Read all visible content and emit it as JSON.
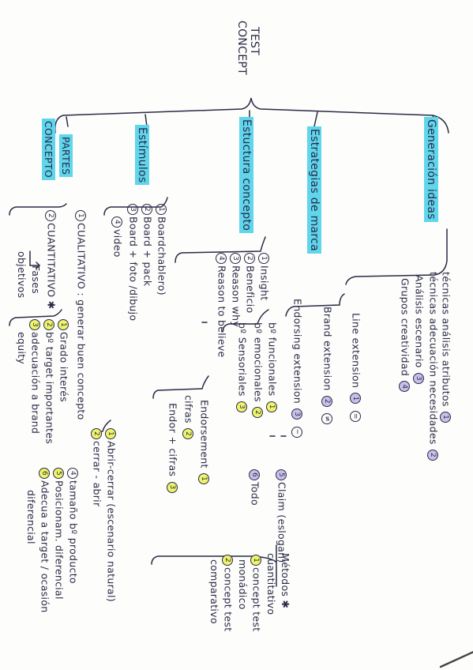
{
  "colors": {
    "highlight": "#5fd6ec",
    "yellow": "#eef56a",
    "lavender": "#c8c2ea",
    "ink": "#2a2a48"
  },
  "title": {
    "line1": "CONCEPT",
    "line2": "TEST"
  },
  "categories": {
    "generacion": "Generación ideas",
    "estrategias": "Estrategias de marca",
    "estructura": "Estuctura concepto",
    "estimulos": "Estímulos",
    "partes_concepto": {
      "a": "PARTES",
      "b": "CONCEPTO"
    }
  },
  "generacion": {
    "item1": {
      "text": "técnicas análisis atributos",
      "num": "1"
    },
    "item2": {
      "text": "técnicas adecuación necesidades",
      "num": "2"
    },
    "item3": {
      "text": "Análisis escenario",
      "num": "3"
    },
    "item4": {
      "text": "Grupos creatividad",
      "num": "4"
    }
  },
  "estrategias": {
    "line_ext": {
      "text": "Line extension",
      "num": "1",
      "mark": "="
    },
    "brand_ext": {
      "text": "Brand extension",
      "num": "2",
      "mark": "≠"
    },
    "endors_ext": {
      "text": "Endorsing extension",
      "num": "3",
      "mark": "−"
    }
  },
  "estructura": {
    "i1": {
      "num": "1",
      "text": "Insight"
    },
    "i2": {
      "num": "2",
      "text": "Beneficio"
    },
    "i3": {
      "num": "3",
      "text": "Reason why"
    },
    "i4": {
      "num": "4",
      "text": "Reason to believe"
    },
    "b1": {
      "text": "bº funcionales",
      "num": "1"
    },
    "b2": {
      "text": "bº emocionales",
      "num": "2"
    },
    "b3": {
      "text": "bº Sensoriales",
      "num": "3"
    },
    "claim": {
      "num": "5",
      "text": "Claim (eslogan)"
    },
    "todo": {
      "num": "6",
      "text": "Todo"
    },
    "endos": {
      "text": "Endorsement",
      "num": "1"
    },
    "cifras": {
      "text": "cifras",
      "num": "2"
    },
    "endor_cifras": {
      "text": "Endor + cifras",
      "num": "3"
    }
  },
  "metodos": {
    "title": "Métodos ✱",
    "cuant": "cuantitativo",
    "c1": {
      "num": "1",
      "text": "concept test"
    },
    "c1b": "monádico",
    "c2": {
      "num": "2",
      "text": "concept test"
    },
    "c2b": "comparativo"
  },
  "estimulos": {
    "e1": {
      "num": "1",
      "text": "Boardchablero)"
    },
    "e2": {
      "num": "2",
      "text": "Board + pack"
    },
    "e3": {
      "num": "3",
      "text": "Board + foto /dibujo"
    },
    "e4": {
      "num": "4",
      "text": "video"
    }
  },
  "partes": {
    "p1": {
      "num": "1",
      "text": "CUALITATIVO : generar buen concepto"
    },
    "p2": {
      "num": "2",
      "text": "CUANTITATIVO ✱"
    },
    "fases": "Fases",
    "objetivos": "objetivos",
    "o1": {
      "num": "1",
      "text": "Grado interés"
    },
    "o2": {
      "num": "2",
      "text": "bº target importantes"
    },
    "o3": {
      "num": "3",
      "text": "adecuación a brand"
    },
    "o3b": "equity",
    "o4": {
      "num": "4",
      "text": "tamaño bº producto"
    },
    "o5": {
      "num": "5",
      "text": "Posicionam. diferencial"
    },
    "o6": {
      "num": "6",
      "text": "Adecua a target / ocasión"
    },
    "o6b": "diferencial",
    "a1": {
      "num": "1",
      "text": "Abrir-cerrar (escenario natural)"
    },
    "a2": {
      "num": "2",
      "text": "cerrar - abrir"
    }
  }
}
